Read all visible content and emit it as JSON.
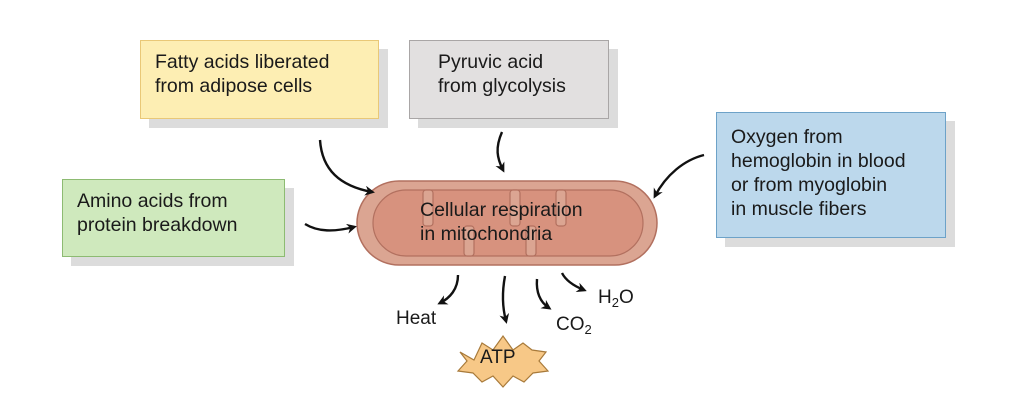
{
  "inputs": {
    "fatty": {
      "line1": "Fatty acids liberated",
      "line2": "from adipose cells"
    },
    "pyruvic": {
      "line1": "Pyruvic acid",
      "line2": "from glycolysis"
    },
    "amino": {
      "line1": "Amino acids from",
      "line2": "protein breakdown"
    },
    "oxygen": {
      "line1": "Oxygen from",
      "line2": "hemoglobin in blood",
      "line3": "or from myoglobin",
      "line4": "in muscle fibers"
    }
  },
  "mitochondrion": {
    "line1": "Cellular respiration",
    "line2": "in mitochondria"
  },
  "outputs": {
    "heat": "Heat",
    "atp": "ATP",
    "co2_base": "CO",
    "co2_sub": "2",
    "h2o_h": "H",
    "h2o_sub": "2",
    "h2o_o": "O"
  },
  "colors": {
    "fatty_fill": "#fdeeb3",
    "pyruvic_fill": "#e2e0e0",
    "amino_fill": "#cfe9bd",
    "oxygen_fill": "#bcd8ec",
    "mito_outer": "#dba592",
    "mito_inner": "#d7927e",
    "atp_burst": "#f7c887"
  }
}
